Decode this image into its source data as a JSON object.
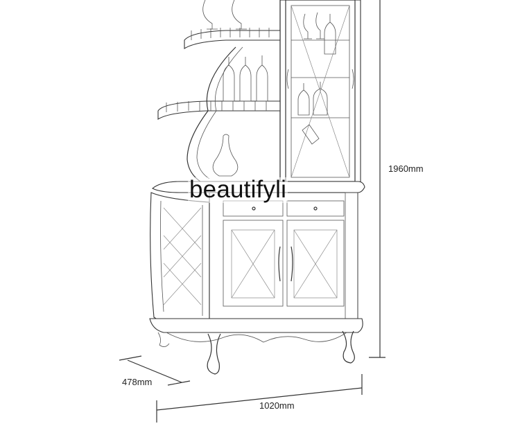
{
  "watermark": {
    "text": "beautifyli"
  },
  "dimensions": {
    "height_label": "1960mm",
    "depth_label": "478mm",
    "width_label": "1020mm"
  },
  "illustration": {
    "subject": "sketch-of-wine-display-cabinet",
    "icons": [
      "wine-glass-icon",
      "wine-bottle-icon",
      "decanter-icon",
      "door-handle-icon"
    ]
  }
}
